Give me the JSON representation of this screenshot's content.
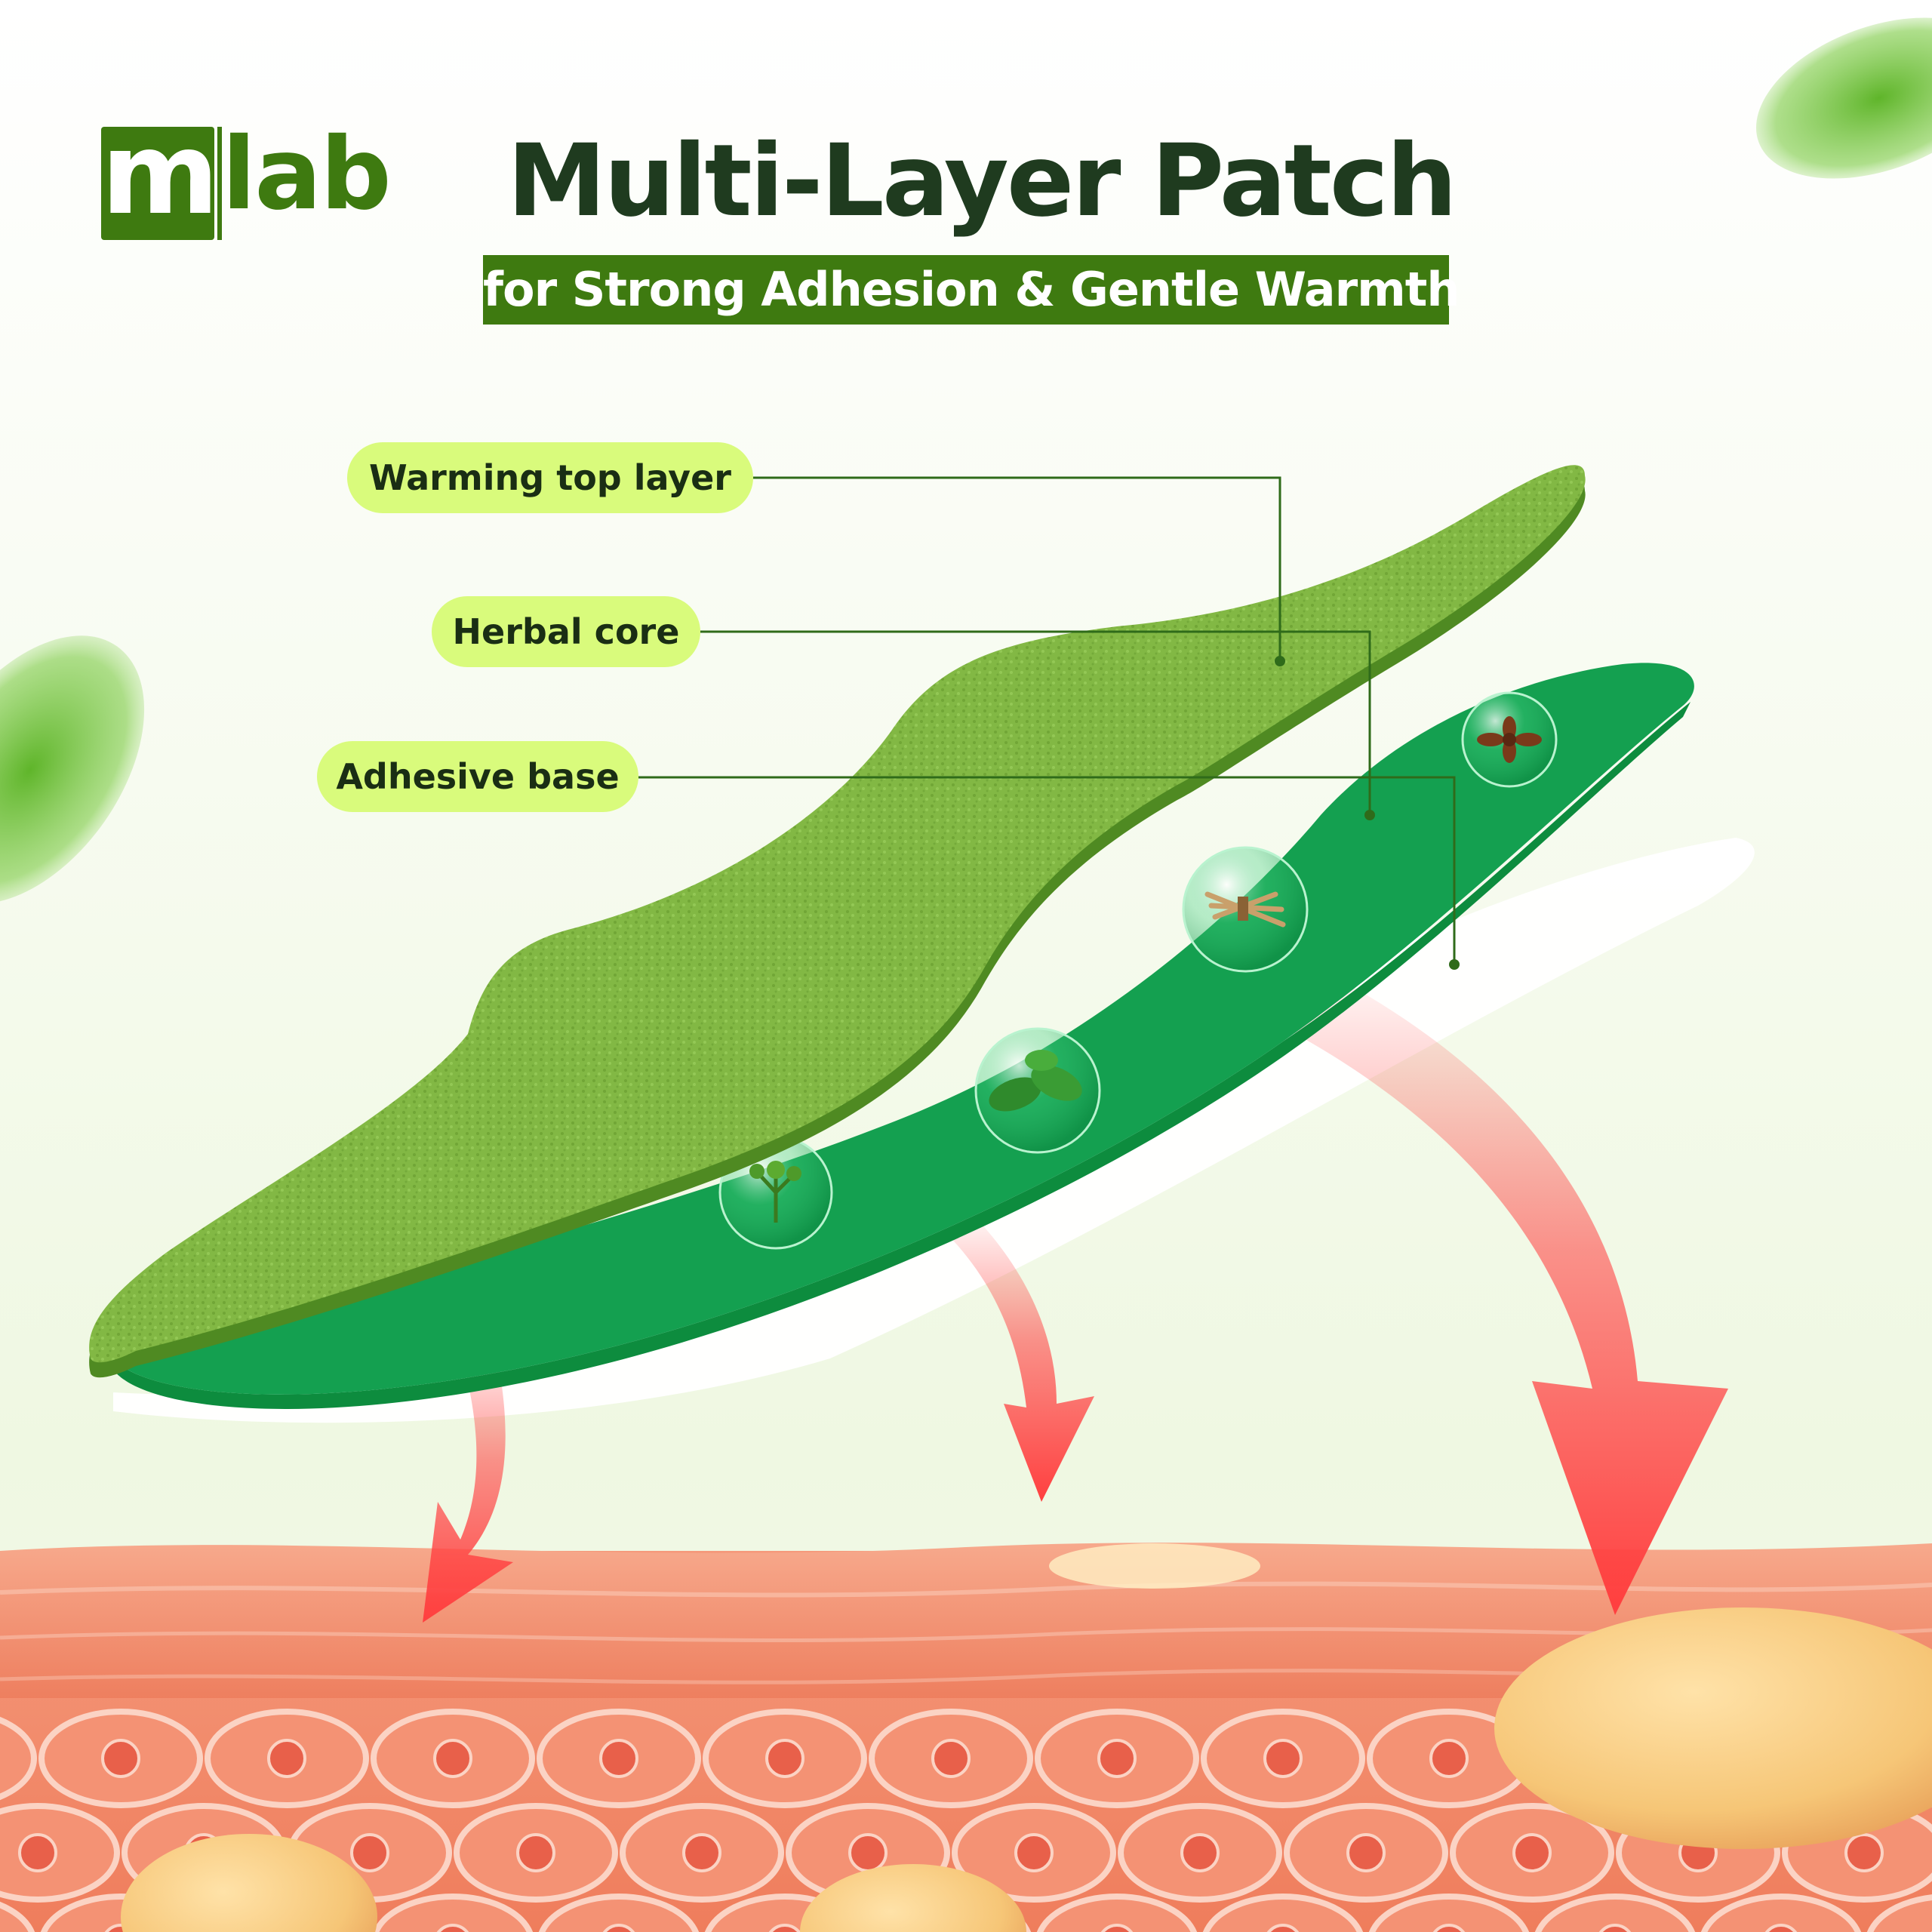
{
  "brand": {
    "logo_letter": "m",
    "logo_rest": "lab",
    "color": "#3e7a10"
  },
  "title": "Multi-Layer Patch",
  "subtitle": "for Strong Adhesion & Gentle Warmth",
  "layers": {
    "top": "Warming top layer",
    "core": "Herbal core",
    "base": "Adhesive base"
  },
  "colors": {
    "title": "#1f3b1f",
    "label_bg": "#d9fb7c",
    "top_layer": "#7fb53c",
    "herbal_core": "#14a050",
    "arrow": "#ff4b4b",
    "skin": "#f28b6c"
  },
  "herb_icons": [
    "cilantro-icon",
    "mint-leaf-icon",
    "licorice-root-icon",
    "star-anise-icon"
  ]
}
